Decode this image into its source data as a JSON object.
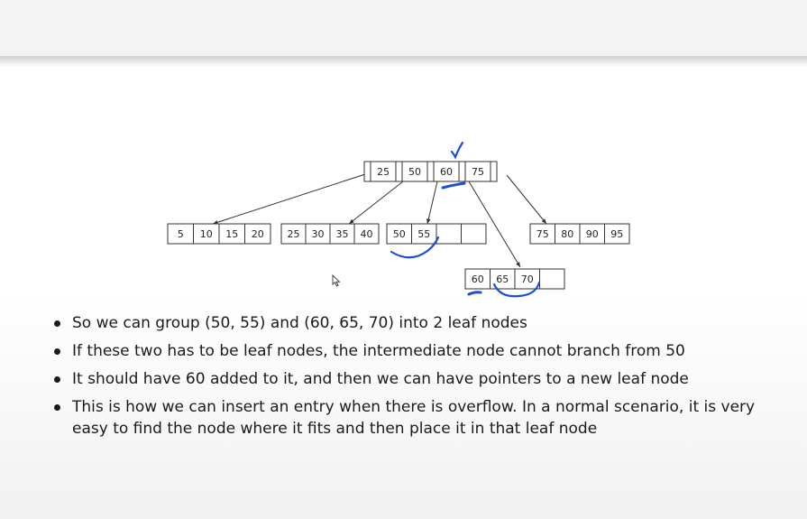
{
  "diagram": {
    "root_keys": [
      "25",
      "50",
      "60",
      "75"
    ],
    "leaf_1": [
      "5",
      "10",
      "15",
      "20"
    ],
    "leaf_2": [
      "25",
      "30",
      "35",
      "40"
    ],
    "leaf_3": [
      "50",
      "55",
      "",
      ""
    ],
    "leaf_4": [
      "75",
      "80",
      "90",
      "95"
    ],
    "new_leaf": [
      "60",
      "65",
      "70",
      ""
    ]
  },
  "bullets": [
    "So we can group (50, 55) and (60, 65, 70) into 2 leaf nodes",
    "If these two has to be leaf nodes, the intermediate node cannot branch from 50",
    "It should have 60 added to it, and then we can have pointers to a new leaf node",
    "This is how we can insert an entry when there is overflow. In a normal scenario, it is very easy to find the node where it fits and then place it in that leaf node"
  ],
  "annotation_color": "#1f4fd1"
}
